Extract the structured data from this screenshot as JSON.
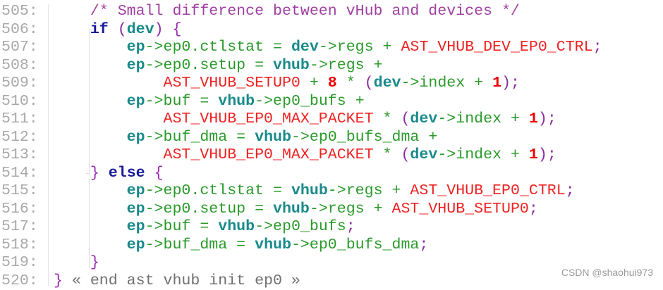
{
  "editor": {
    "lines": [
      {
        "number": "505:",
        "tokens": [
          {
            "t": "    ",
            "c": "pl"
          },
          {
            "t": "/* Small difference between vHub and devices */",
            "c": "cm"
          }
        ]
      },
      {
        "number": "506:",
        "tokens": [
          {
            "t": "    ",
            "c": "pl"
          },
          {
            "t": "if",
            "c": "kw"
          },
          {
            "t": " ",
            "c": "pl"
          },
          {
            "t": "(",
            "c": "pu"
          },
          {
            "t": "dev",
            "c": "id"
          },
          {
            "t": ")",
            "c": "pu"
          },
          {
            "t": " ",
            "c": "pl"
          },
          {
            "t": "{",
            "c": "br"
          }
        ]
      },
      {
        "number": "507:",
        "tokens": [
          {
            "t": "        ",
            "c": "pl"
          },
          {
            "t": "ep",
            "c": "id"
          },
          {
            "t": "->ep0.ctlstat = ",
            "c": "pl"
          },
          {
            "t": "dev",
            "c": "id"
          },
          {
            "t": "->regs + ",
            "c": "pl"
          },
          {
            "t": "AST_VHUB_DEV_EP0_CTRL",
            "c": "cn"
          },
          {
            "t": ";",
            "c": "pu"
          }
        ]
      },
      {
        "number": "508:",
        "tokens": [
          {
            "t": "        ",
            "c": "pl"
          },
          {
            "t": "ep",
            "c": "id"
          },
          {
            "t": "->ep0.setup = ",
            "c": "pl"
          },
          {
            "t": "vhub",
            "c": "id"
          },
          {
            "t": "->regs +",
            "c": "pl"
          }
        ]
      },
      {
        "number": "509:",
        "tokens": [
          {
            "t": "            ",
            "c": "pl"
          },
          {
            "t": "AST_VHUB_SETUP0",
            "c": "cn"
          },
          {
            "t": " + ",
            "c": "pl"
          },
          {
            "t": "8",
            "c": "nm"
          },
          {
            "t": " * ",
            "c": "pl"
          },
          {
            "t": "(",
            "c": "pu"
          },
          {
            "t": "dev",
            "c": "id"
          },
          {
            "t": "->index + ",
            "c": "pl"
          },
          {
            "t": "1",
            "c": "nm"
          },
          {
            "t": ")",
            "c": "pu"
          },
          {
            "t": ";",
            "c": "pu"
          }
        ]
      },
      {
        "number": "510:",
        "tokens": [
          {
            "t": "        ",
            "c": "pl"
          },
          {
            "t": "ep",
            "c": "id"
          },
          {
            "t": "->buf = ",
            "c": "pl"
          },
          {
            "t": "vhub",
            "c": "id"
          },
          {
            "t": "->ep0_bufs +",
            "c": "pl"
          }
        ]
      },
      {
        "number": "511:",
        "tokens": [
          {
            "t": "            ",
            "c": "pl"
          },
          {
            "t": "AST_VHUB_EP0_MAX_PACKET",
            "c": "cn"
          },
          {
            "t": " * ",
            "c": "pl"
          },
          {
            "t": "(",
            "c": "pu"
          },
          {
            "t": "dev",
            "c": "id"
          },
          {
            "t": "->index + ",
            "c": "pl"
          },
          {
            "t": "1",
            "c": "nm"
          },
          {
            "t": ")",
            "c": "pu"
          },
          {
            "t": ";",
            "c": "pu"
          }
        ]
      },
      {
        "number": "512:",
        "tokens": [
          {
            "t": "        ",
            "c": "pl"
          },
          {
            "t": "ep",
            "c": "id"
          },
          {
            "t": "->buf_dma = ",
            "c": "pl"
          },
          {
            "t": "vhub",
            "c": "id"
          },
          {
            "t": "->ep0_bufs_dma +",
            "c": "pl"
          }
        ]
      },
      {
        "number": "513:",
        "tokens": [
          {
            "t": "            ",
            "c": "pl"
          },
          {
            "t": "AST_VHUB_EP0_MAX_PACKET",
            "c": "cn"
          },
          {
            "t": " * ",
            "c": "pl"
          },
          {
            "t": "(",
            "c": "pu"
          },
          {
            "t": "dev",
            "c": "id"
          },
          {
            "t": "->index + ",
            "c": "pl"
          },
          {
            "t": "1",
            "c": "nm"
          },
          {
            "t": ")",
            "c": "pu"
          },
          {
            "t": ";",
            "c": "pu"
          }
        ]
      },
      {
        "number": "514:",
        "tokens": [
          {
            "t": "    ",
            "c": "pl"
          },
          {
            "t": "}",
            "c": "br"
          },
          {
            "t": " ",
            "c": "pl"
          },
          {
            "t": "else",
            "c": "kw"
          },
          {
            "t": " ",
            "c": "pl"
          },
          {
            "t": "{",
            "c": "br"
          }
        ]
      },
      {
        "number": "515:",
        "tokens": [
          {
            "t": "        ",
            "c": "pl"
          },
          {
            "t": "ep",
            "c": "id"
          },
          {
            "t": "->ep0.ctlstat = ",
            "c": "pl"
          },
          {
            "t": "vhub",
            "c": "id"
          },
          {
            "t": "->regs + ",
            "c": "pl"
          },
          {
            "t": "AST_VHUB_EP0_CTRL",
            "c": "cn"
          },
          {
            "t": ";",
            "c": "pu"
          }
        ]
      },
      {
        "number": "516:",
        "tokens": [
          {
            "t": "        ",
            "c": "pl"
          },
          {
            "t": "ep",
            "c": "id"
          },
          {
            "t": "->ep0.setup = ",
            "c": "pl"
          },
          {
            "t": "vhub",
            "c": "id"
          },
          {
            "t": "->regs + ",
            "c": "pl"
          },
          {
            "t": "AST_VHUB_SETUP0",
            "c": "cn"
          },
          {
            "t": ";",
            "c": "pu"
          }
        ]
      },
      {
        "number": "517:",
        "tokens": [
          {
            "t": "        ",
            "c": "pl"
          },
          {
            "t": "ep",
            "c": "id"
          },
          {
            "t": "->buf = ",
            "c": "pl"
          },
          {
            "t": "vhub",
            "c": "id"
          },
          {
            "t": "->ep0_bufs",
            "c": "pl"
          },
          {
            "t": ";",
            "c": "pu"
          }
        ]
      },
      {
        "number": "518:",
        "tokens": [
          {
            "t": "        ",
            "c": "pl"
          },
          {
            "t": "ep",
            "c": "id"
          },
          {
            "t": "->buf_dma = ",
            "c": "pl"
          },
          {
            "t": "vhub",
            "c": "id"
          },
          {
            "t": "->ep0_bufs_dma",
            "c": "pl"
          },
          {
            "t": ";",
            "c": "pu"
          }
        ]
      },
      {
        "number": "519:",
        "tokens": [
          {
            "t": "    ",
            "c": "pl"
          },
          {
            "t": "}",
            "c": "br"
          }
        ]
      },
      {
        "number": "520:",
        "tokens": [
          {
            "t": "}",
            "c": "br"
          },
          {
            "t": " « end ast vhub init ep0 »",
            "c": "en"
          }
        ]
      }
    ]
  },
  "watermark": "CSDN @shaohui973",
  "colors": {
    "comment": "#a040a0",
    "keyword": "#1a1a9a",
    "identifier": "#1a8a8a",
    "plain": "#2a9a2a",
    "constant": "#ee2222",
    "number": "#ee0000",
    "punctuation": "#8a2aa0",
    "line_number": "#a8a8a8"
  }
}
